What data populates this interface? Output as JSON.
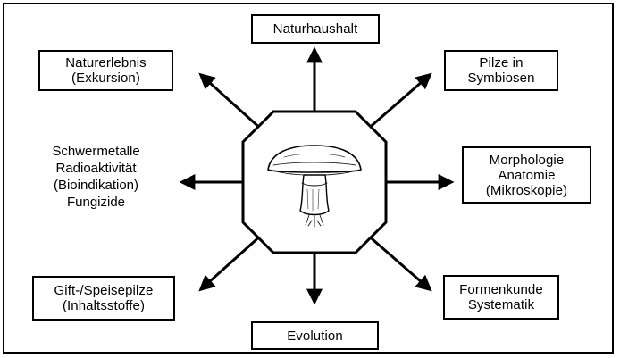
{
  "diagram": {
    "center": {
      "icon": "mushroom-icon"
    },
    "topics": {
      "top": "Naturhaushalt",
      "top_left": "Naturerlebnis\n(Exkursion)",
      "top_right": "Pilze in\nSymbiosen",
      "left": "Schwermetalle\nRadioaktivität\n(Bioindikation)\nFungizide",
      "right": "Morphologie\nAnatomie\n(Mikroskopie)",
      "bottom_left": "Gift-/Speisepilze\n(Inhaltsstoffe)",
      "bottom_right": "Formenkunde\nSystematik",
      "bottom": "Evolution"
    }
  }
}
